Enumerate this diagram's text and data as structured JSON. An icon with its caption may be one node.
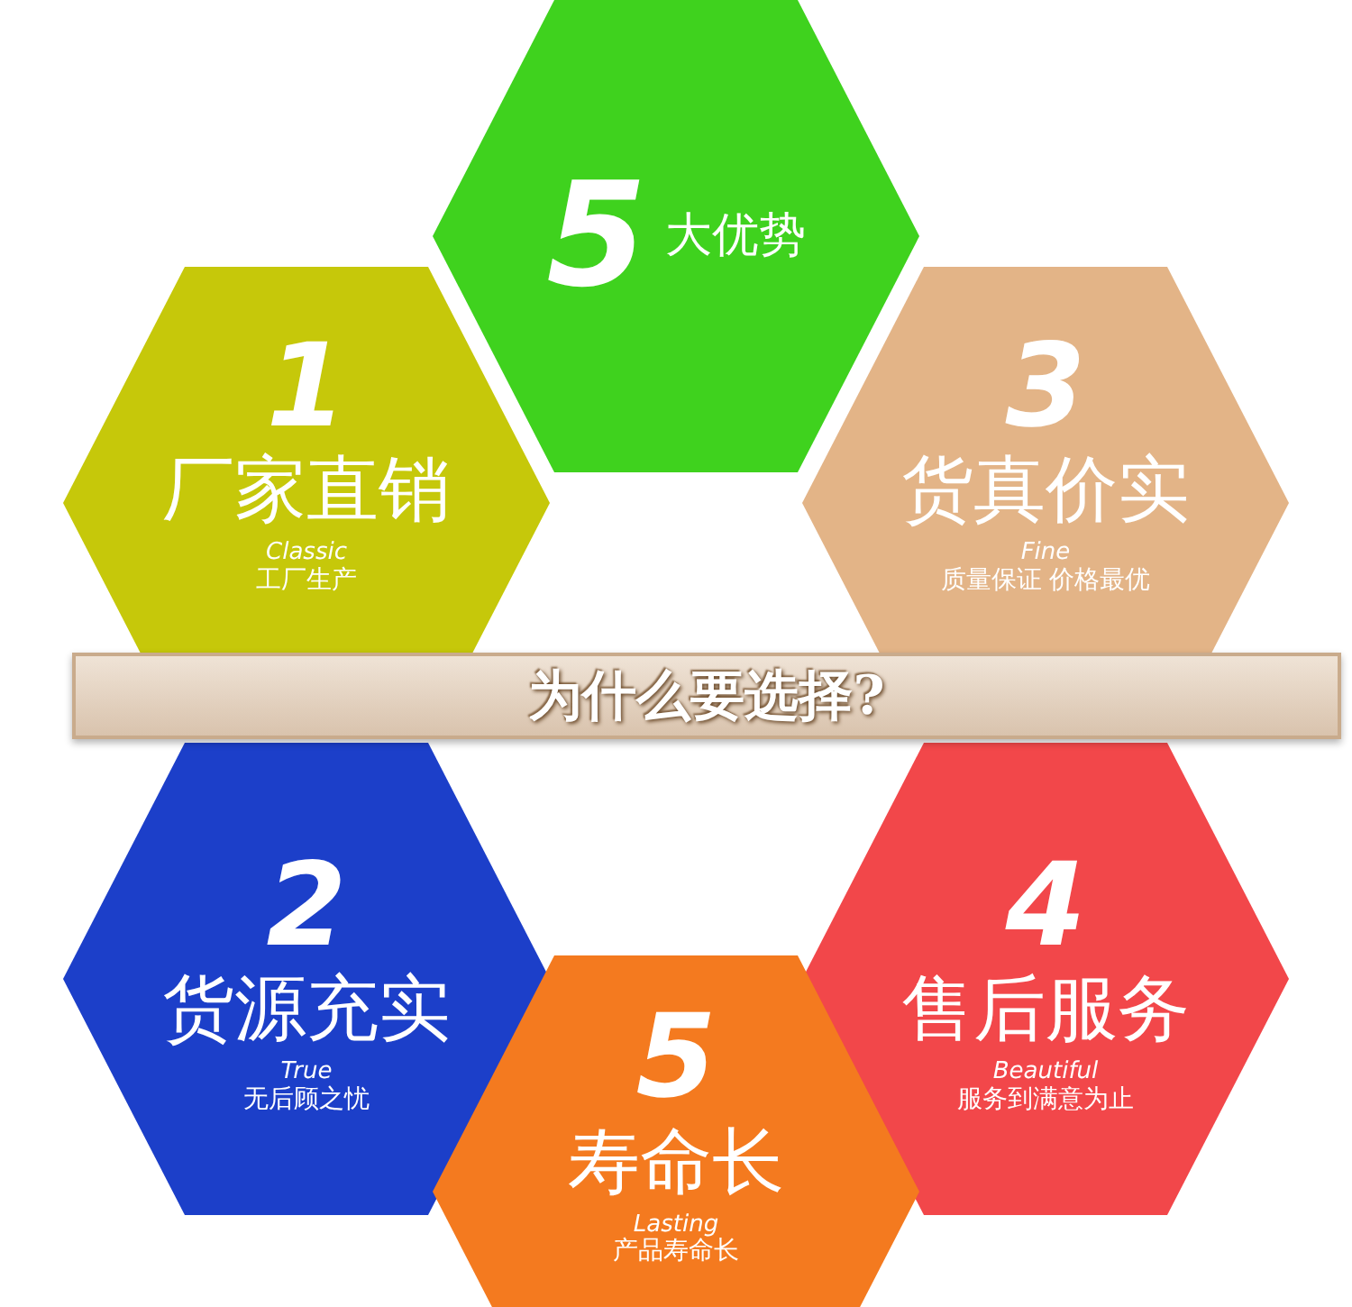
{
  "diagram": {
    "nodes": [
      {
        "text": [
          "5",
          "大优势"
        ]
      },
      {
        "text": [
          "1",
          "厂家直销",
          "Classic",
          "工厂生产"
        ]
      },
      {
        "text": [
          "3",
          "货真价实",
          "Fine",
          "质量保证 价格最优"
        ]
      },
      {
        "text": [
          "为什么要选择?"
        ]
      },
      {
        "text": [
          "2",
          "货源充实",
          "True",
          "无后顾之忧"
        ]
      },
      {
        "text": [
          "4",
          "售后服务",
          "Beautiful",
          "服务到满意为止"
        ]
      },
      {
        "text": [
          "5",
          "寿命长",
          "Lasting",
          "产品寿命长"
        ]
      }
    ],
    "edges": []
  }
}
